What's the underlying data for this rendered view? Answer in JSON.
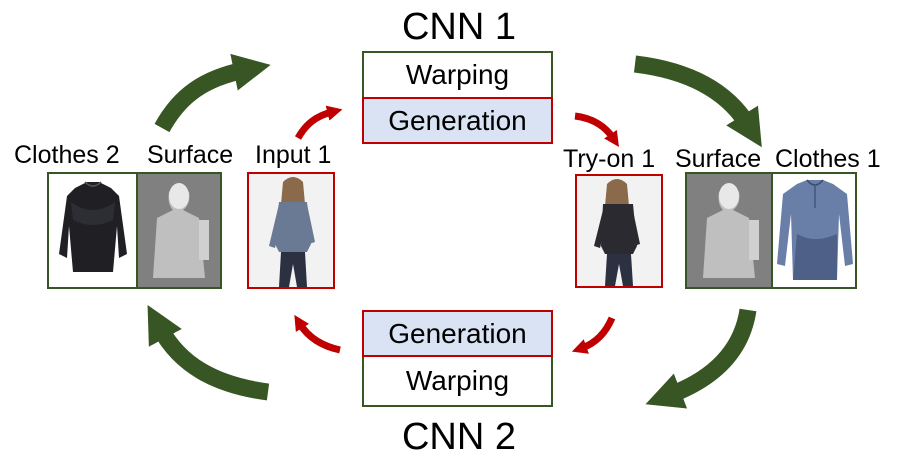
{
  "cnn1": {
    "title": "CNN 1",
    "top": "Warping",
    "bottom": "Generation"
  },
  "cnn2": {
    "title": "CNN 2",
    "top": "Generation",
    "bottom": "Warping"
  },
  "left": {
    "clothes": "Clothes 2",
    "surface": "Surface",
    "input": "Input 1"
  },
  "right": {
    "tryon": "Try-on 1",
    "surface": "Surface",
    "clothes": "Clothes 1"
  },
  "colors": {
    "green": "#375623",
    "red": "#c00000",
    "highlight": "#dae3f3",
    "surface_gray": "#808080"
  },
  "icons": {
    "cycle_arrow": "green-curved-arrow",
    "step_arrow": "red-curved-arrow"
  }
}
